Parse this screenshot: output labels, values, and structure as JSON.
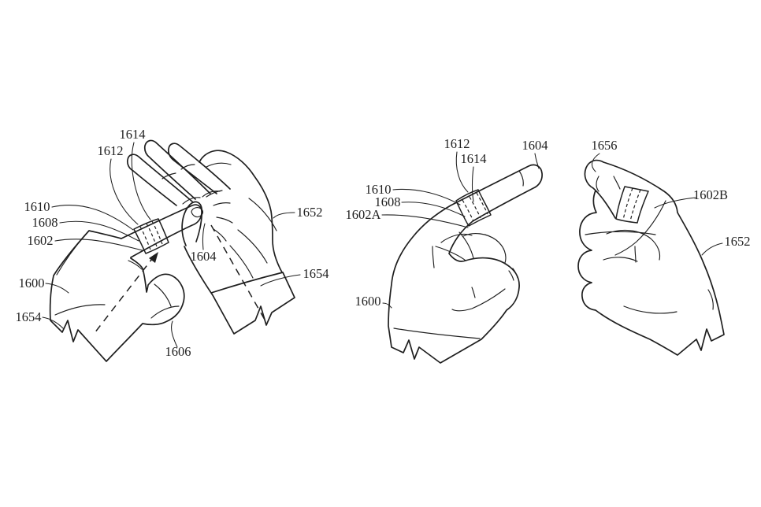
{
  "document": {
    "kind": "patent-figure-line-drawing",
    "background_color": "#ffffff",
    "ink_color": "#1f1f1f",
    "subject": "hands wearing finger-mounted device sleeves"
  },
  "figures": {
    "views": [
      {
        "name": "two-hands-index-finger-touching-palm",
        "labels": [
          {
            "ref": "1614"
          },
          {
            "ref": "1612"
          },
          {
            "ref": "1610"
          },
          {
            "ref": "1608"
          },
          {
            "ref": "1602"
          },
          {
            "ref": "1600"
          },
          {
            "ref": "1654"
          },
          {
            "ref": "1606"
          },
          {
            "ref": "1604"
          },
          {
            "ref": "1652"
          },
          {
            "ref": "1654"
          }
        ]
      },
      {
        "name": "pointing-hand-with-finger-device",
        "labels": [
          {
            "ref": "1612"
          },
          {
            "ref": "1614"
          },
          {
            "ref": "1604"
          },
          {
            "ref": "1610"
          },
          {
            "ref": "1608"
          },
          {
            "ref": "1602A"
          },
          {
            "ref": "1600"
          }
        ]
      },
      {
        "name": "curled-hand-with-finger-device",
        "labels": [
          {
            "ref": "1656"
          },
          {
            "ref": "1602B"
          },
          {
            "ref": "1652"
          }
        ]
      }
    ]
  }
}
